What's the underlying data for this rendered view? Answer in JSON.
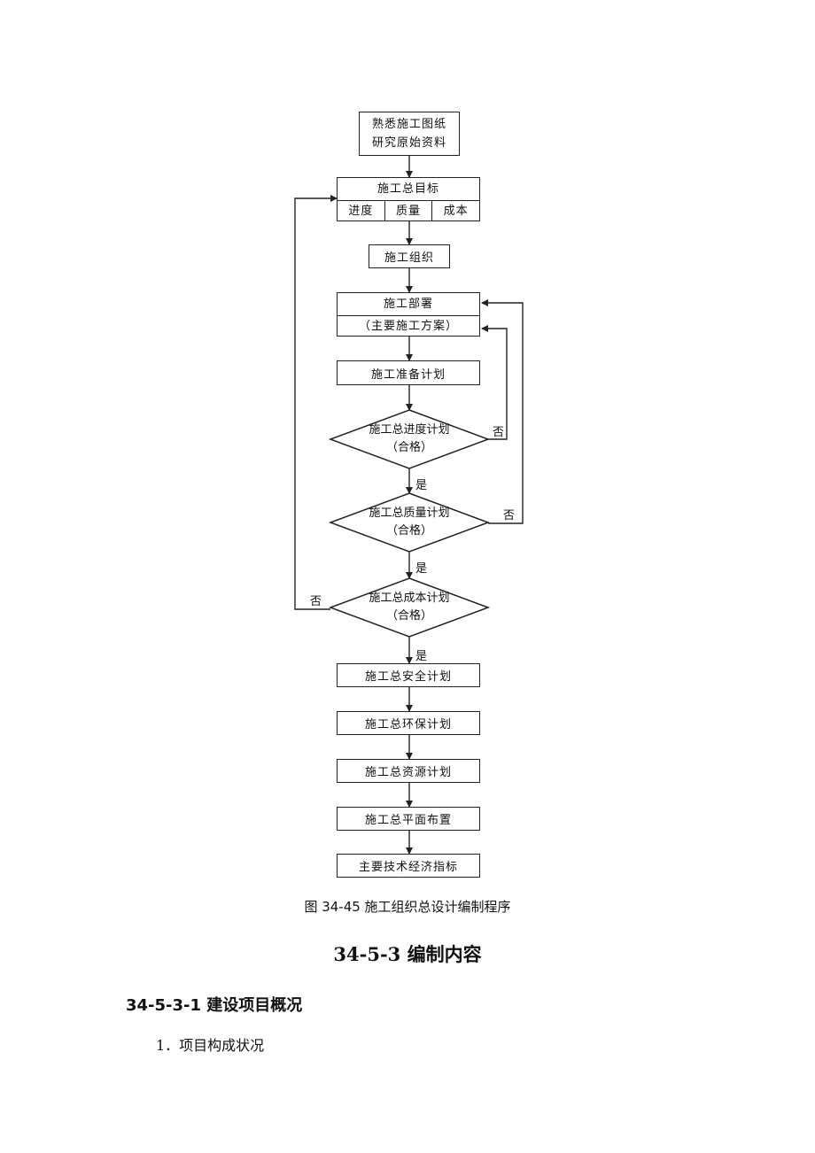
{
  "flowchart": {
    "start": [
      "熟悉施工图纸",
      "研究原始资料"
    ],
    "goal": {
      "title": "施工总目标",
      "parts": [
        "进度",
        "质量",
        "成本"
      ]
    },
    "organization": "施工组织",
    "deployment": {
      "title": "施工部署",
      "subtitle": "（主要施工方案）"
    },
    "prep_plan": "施工准备计划",
    "decision_schedule": [
      "施工总进度计划",
      "（合格）"
    ],
    "decision_quality": [
      "施工总质量计划",
      "（合格）"
    ],
    "decision_cost": [
      "施工总成本计划",
      "（合格）"
    ],
    "yes": "是",
    "no": "否",
    "safety_plan": "施工总安全计划",
    "env_plan": "施工总环保计划",
    "resource_plan": "施工总资源计划",
    "layout_plan": "施工总平面布置",
    "indicators": "主要技术经济指标"
  },
  "caption": "图 34-45  施工组织总设计编制程序",
  "section_title": "34-5-3  编制内容",
  "subsection_title": "34-5-3-1  建设项目概况",
  "item_1": "1．项目构成状况"
}
